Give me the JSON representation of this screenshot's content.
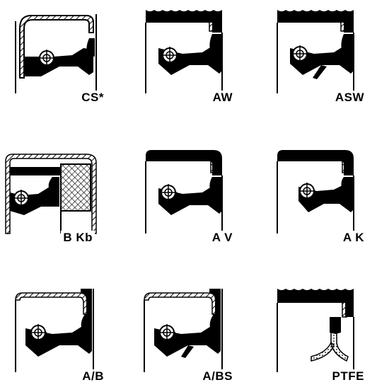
{
  "seals": [
    {
      "id": "cs",
      "label": "CS*",
      "variant": "metal-cased-spring",
      "has_outer_rubber": false,
      "has_dust_lip": false
    },
    {
      "id": "aw",
      "label": "AW",
      "variant": "rubber-covered-wavy",
      "has_outer_rubber": true,
      "has_dust_lip": false
    },
    {
      "id": "asw",
      "label": "ASW",
      "variant": "rubber-covered-wavy-dust-lip",
      "has_outer_rubber": true,
      "has_dust_lip": true
    },
    {
      "id": "bkb",
      "label": "B Kb",
      "variant": "metal-cased-fabric-reinforced",
      "has_outer_rubber": false,
      "has_dust_lip": false
    },
    {
      "id": "av",
      "label": "A V",
      "variant": "rubber-covered",
      "has_outer_rubber": true,
      "has_dust_lip": false
    },
    {
      "id": "ak",
      "label": "A K",
      "variant": "rubber-covered-short",
      "has_outer_rubber": true,
      "has_dust_lip": false
    },
    {
      "id": "ab",
      "label": "A/B",
      "variant": "partial-rubber-covered",
      "has_outer_rubber": false,
      "has_dust_lip": false
    },
    {
      "id": "abs",
      "label": "A/BS",
      "variant": "partial-rubber-covered-dust-lip",
      "has_outer_rubber": false,
      "has_dust_lip": true
    },
    {
      "id": "ptfe",
      "label": "PTFE",
      "variant": "ptfe-lip",
      "has_outer_rubber": true,
      "has_dust_lip": false
    }
  ],
  "colors": {
    "ink": "#000000",
    "paper": "#ffffff"
  }
}
